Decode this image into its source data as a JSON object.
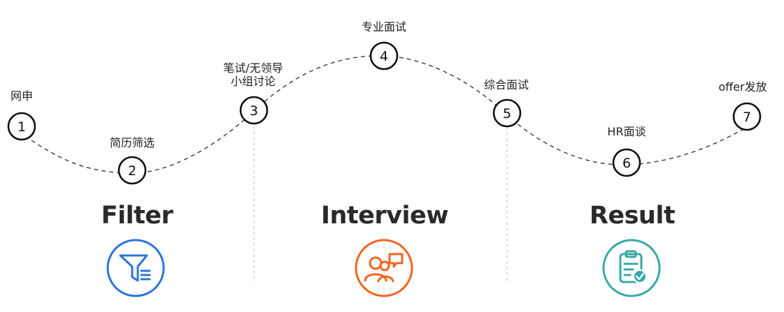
{
  "steps": [
    {
      "number": "1",
      "label": "网申"
    },
    {
      "number": "2",
      "label": "简历筛选"
    },
    {
      "number": "3",
      "label_line1": "笔试/无领导",
      "label_line2": "小组讨论"
    },
    {
      "number": "4",
      "label": "专业面试"
    },
    {
      "number": "5",
      "label": "综合面试"
    },
    {
      "number": "6",
      "label": "HR面谈"
    },
    {
      "number": "7",
      "label": "offer发放"
    }
  ],
  "phases": [
    {
      "title": "Filter",
      "icon": "filter-icon",
      "color": "#2f74d8"
    },
    {
      "title": "Interview",
      "icon": "people-chat-icon",
      "color": "#f0651f"
    },
    {
      "title": "Result",
      "icon": "clipboard-check-icon",
      "color": "#3aa8a8"
    }
  ]
}
